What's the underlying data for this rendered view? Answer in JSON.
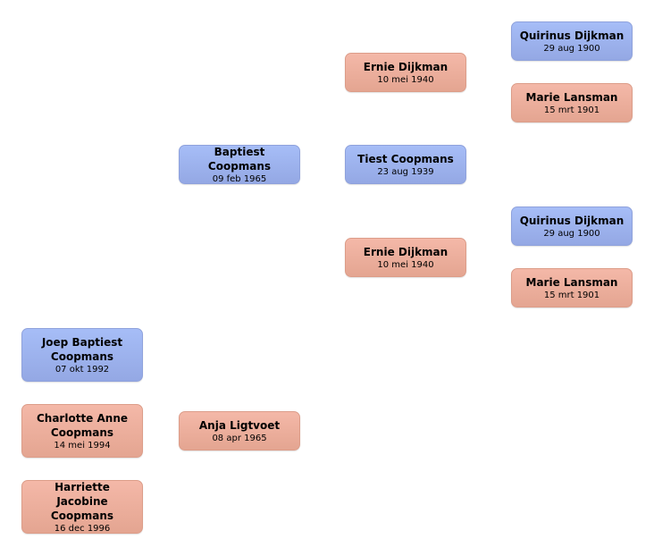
{
  "persons": [
    {
      "name": "Quirinus Dijkman",
      "date": "29 aug 1900"
    },
    {
      "name": "Ernie Dijkman",
      "date": "10 mei 1940"
    },
    {
      "name": "Marie Lansman",
      "date": "15 mrt 1901"
    },
    {
      "name": "Baptiest Coopmans",
      "date": "09 feb 1965"
    },
    {
      "name": "Tiest Coopmans",
      "date": "23 aug 1939"
    },
    {
      "name": "Quirinus Dijkman",
      "date": "29 aug 1900"
    },
    {
      "name": "Ernie Dijkman",
      "date": "10 mei 1940"
    },
    {
      "name": "Marie Lansman",
      "date": "15 mrt 1901"
    },
    {
      "name": "Joep Baptiest Coopmans",
      "date": "07 okt 1992"
    },
    {
      "name": "Charlotte Anne Coopmans",
      "date": "14 mei 1994"
    },
    {
      "name": "Anja Ligtvoet",
      "date": "08 apr 1965"
    },
    {
      "name": "Harriette Jacobine Coopmans",
      "date": "16 dec 1996"
    }
  ],
  "colors": {
    "male": "#a6bdf7",
    "female": "#f4b8a8"
  }
}
